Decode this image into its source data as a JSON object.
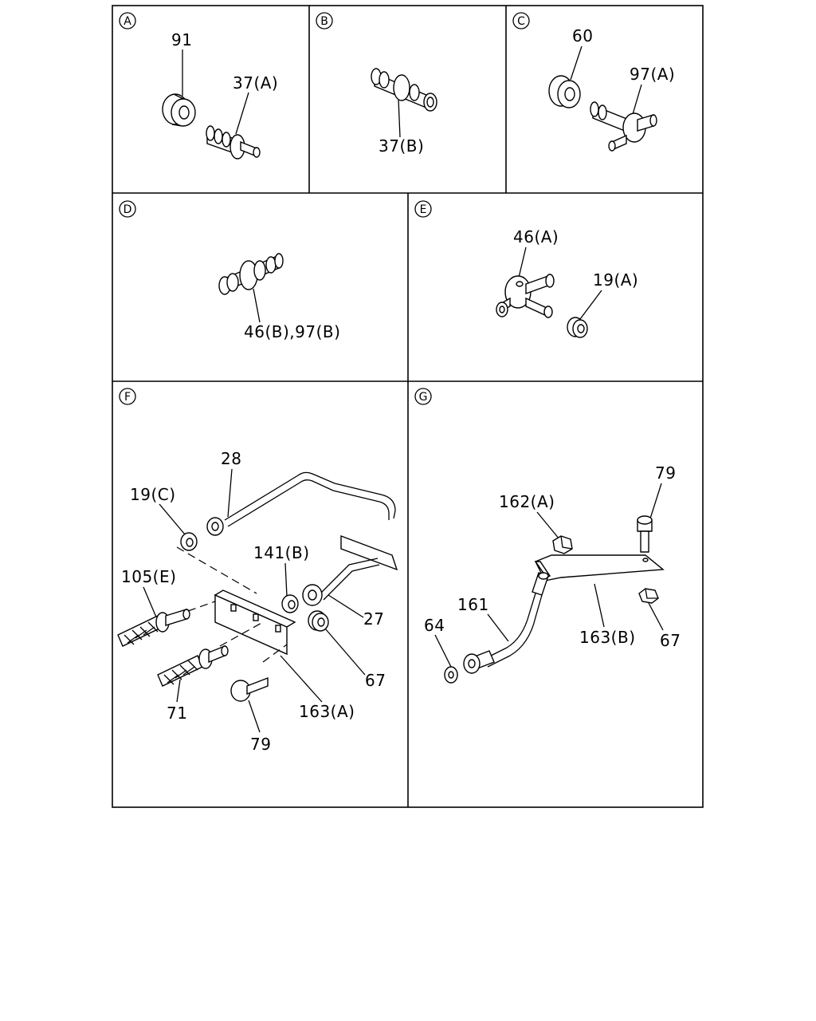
{
  "panels": {
    "A": {
      "letter": "A",
      "labels": {
        "p91": "91",
        "p37a": "37(A)"
      }
    },
    "B": {
      "letter": "B",
      "labels": {
        "p37b": "37(B)"
      }
    },
    "C": {
      "letter": "C",
      "labels": {
        "p60": "60",
        "p97a": "97(A)"
      }
    },
    "D": {
      "letter": "D",
      "labels": {
        "p46b97b": "46(B),97(B)"
      }
    },
    "E": {
      "letter": "E",
      "labels": {
        "p46a": "46(A)",
        "p19a": "19(A)"
      }
    },
    "F": {
      "letter": "F",
      "labels": {
        "p28": "28",
        "p19c": "19(C)",
        "p141b": "141(B)",
        "p105e": "105(E)",
        "p27": "27",
        "p67": "67",
        "p71": "71",
        "p163a": "163(A)",
        "p79": "79"
      }
    },
    "G": {
      "letter": "G",
      "labels": {
        "p79": "79",
        "p162a": "162(A)",
        "p161": "161",
        "p64": "64",
        "p163b": "163(B)",
        "p67": "67"
      }
    }
  }
}
